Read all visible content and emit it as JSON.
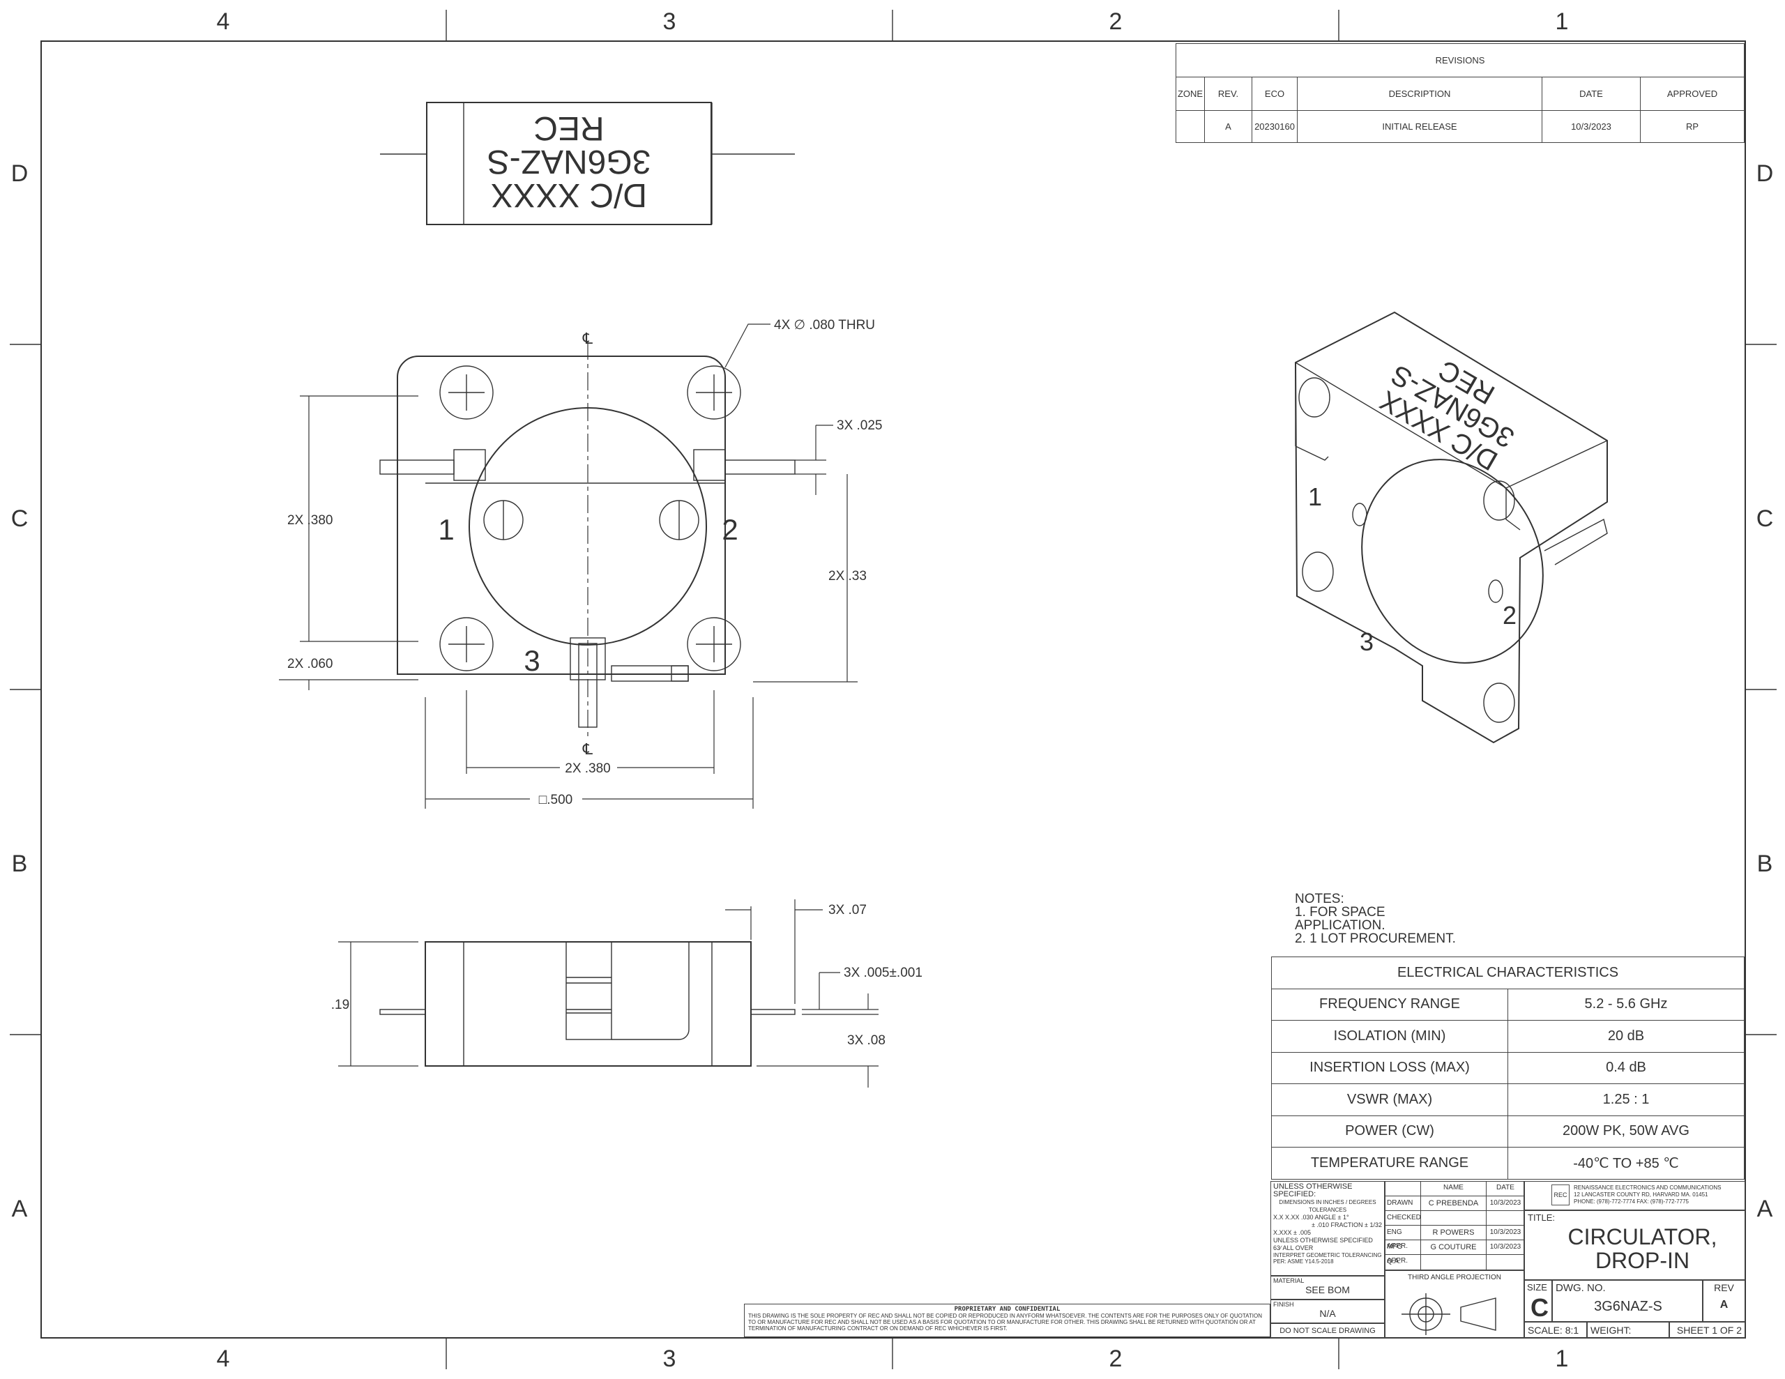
{
  "zones": {
    "columns": [
      "4",
      "3",
      "2",
      "1"
    ],
    "rows": [
      "D",
      "C",
      "B",
      "A"
    ]
  },
  "revisions": {
    "title": "REVISIONS",
    "headers": [
      "ZONE",
      "REV.",
      "ECO",
      "DESCRIPTION",
      "DATE",
      "APPROVED"
    ],
    "row": [
      "",
      "A",
      "20230160",
      "INITIAL RELEASE",
      "10/3/2023",
      "RP"
    ]
  },
  "part_marking": {
    "line1": "REC",
    "line2": "3G6NAZ-S",
    "line3": "D/C XXXX"
  },
  "top_view": {
    "hole_callout": "4X ∅ .080 THRU",
    "centerline_symbol": "℄",
    "pin_width": "3X .025",
    "pin_spacing_v": "2X .380",
    "pin_offset": "2X .33",
    "hole_offset": "2X .060",
    "pin_spacing_h": "2X .380",
    "body_size": "□.500",
    "port1": "1",
    "port2": "2",
    "port3": "3"
  },
  "side_view": {
    "height": ".19",
    "pin_len": "3X .07",
    "pin_thk": "3X .005±.001",
    "pin_height": "3X .08"
  },
  "iso_view": {
    "port1": "1",
    "port2": "2",
    "port3": "3"
  },
  "notes": {
    "title": "NOTES:",
    "items": [
      "1.     FOR SPACE",
      "APPLICATION.",
      "2.     1 LOT PROCUREMENT."
    ]
  },
  "electrical": {
    "title": "ELECTRICAL CHARACTERISTICS",
    "rows": [
      [
        "FREQUENCY RANGE",
        "5.2 - 5.6 GHz"
      ],
      [
        "ISOLATION (MIN)",
        "20 dB"
      ],
      [
        "INSERTION LOSS (MAX)",
        "0.4 dB"
      ],
      [
        "VSWR (MAX)",
        "1.25 : 1"
      ],
      [
        "POWER (CW)",
        "200W PK, 50W AVG"
      ],
      [
        "TEMPERATURE RANGE",
        "-40℃ TO +85 ℃"
      ]
    ]
  },
  "title_block": {
    "unless": "UNLESS OTHERWISE SPECIFIED:",
    "dims": "DIMENSIONS IN INCHES / DEGREES",
    "tolerances": "TOLERANCES",
    "tol1": "X.X X.XX .030   ANGLE    ± 1°",
    "tol2": "± .010   FRACTION ± 1/32",
    "tol3": "X.XXX ± .005",
    "unless2": "UNLESS OTHERWISE SPECIFIED",
    "finish_all": "63∕ ALL OVER",
    "interpret": "INTERPRET GEOMETRIC TOLERANCING PER: ASME Y14.5-2018",
    "material_label": "MATERIAL",
    "material": "SEE BOM",
    "finish_label": "FINISH",
    "finish": "N/A",
    "noscale": "DO NOT SCALE DRAWING",
    "name_hdr": "NAME",
    "date_hdr": "DATE",
    "drawn": "DRAWN",
    "drawn_name": "C PREBENDA",
    "drawn_date": "10/3/2023",
    "checked": "CHECKED",
    "eng": "ENG APPR.",
    "eng_name": "R POWERS",
    "eng_date": "10/3/2023",
    "mfg": "MFG APPR.",
    "mfg_name": "G COUTURE",
    "mfg_date": "10/3/2023",
    "qa": "Q.A.",
    "projection": "THIRD ANGLE PROJECTION",
    "company": "RENAISSANCE ELECTRONICS AND COMMUNICATIONS",
    "address": "12 LANCASTER COUNTY RD, HARVARD MA. 01451",
    "phone": "PHONE: (978)-772-7774        FAX: (978)-772-7775",
    "logo": "REC",
    "title_label": "TITLE:",
    "title1": "CIRCULATOR,",
    "title2": "DROP-IN",
    "size_label": "SIZE",
    "size": "C",
    "dwg_label": "DWG.  NO.",
    "dwg_no": "3G6NAZ-S",
    "rev_label": "REV",
    "rev": "A",
    "scale": "SCALE: 8:1",
    "weight": "WEIGHT:",
    "sheet": "SHEET 1 OF 2"
  },
  "proprietary": {
    "title": "PROPRIETARY AND CONFIDENTIAL",
    "text": "THIS DRAWING IS THE SOLE PROPERTY OF REC AND SHALL NOT BE COPIED OR REPRODUCED IN ANYFORM WHATSOEVER. THE CONTENTS ARE FOR THE PURPOSES ONLY OF QUOTATION TO OR MANUFACTURE FOR REC AND SHALL NOT BE USED AS A BASIS FOR QUOTATION TO OR MANUFACTURE FOR OTHER. THIS DRAWING SHALL BE RETURNED WITH QUOTATION OR AT TERMINATION OF MANUFACTURING CONTRACT OR ON DEMAND OF REC WHICHEVER IS FIRST."
  }
}
